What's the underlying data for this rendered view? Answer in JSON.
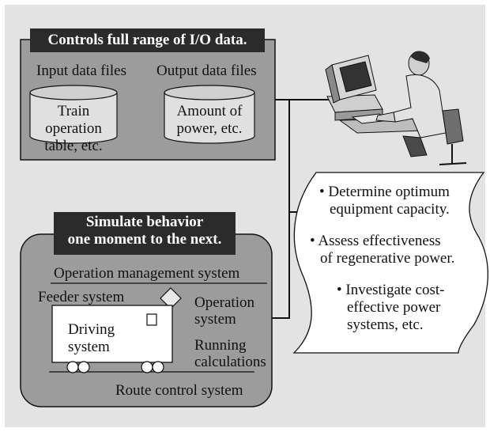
{
  "io_panel": {
    "title": "Controls full range of I/O data.",
    "input_label": "Input data files",
    "output_label": "Output data files",
    "input_cylinder": [
      "Train operation",
      "table, etc."
    ],
    "output_cylinder": [
      "Amount of",
      "power, etc."
    ]
  },
  "sim_panel": {
    "title": [
      "Simulate behavior",
      "one moment to the next."
    ],
    "operation_management": "Operation management system",
    "feeder_system": "Feeder system",
    "operation_system": [
      "Operation",
      "system"
    ],
    "driving_system": [
      "Driving",
      "system"
    ],
    "running_calculations": [
      "Running",
      "calculations"
    ],
    "route_control": "Route control system"
  },
  "output_document": {
    "bullets": [
      [
        "• Determine optimum",
        "equipment capacity."
      ],
      [
        "• Assess effectiveness",
        "of regenerative power."
      ],
      [
        "• Investigate cost-",
        "effective power",
        "systems, etc."
      ]
    ]
  },
  "colors": {
    "background": "#e3e3e3",
    "panel_fill": "#9c9c9c",
    "label_fill": "#2b2b2b"
  },
  "icons": [
    "computer-user-icon"
  ]
}
